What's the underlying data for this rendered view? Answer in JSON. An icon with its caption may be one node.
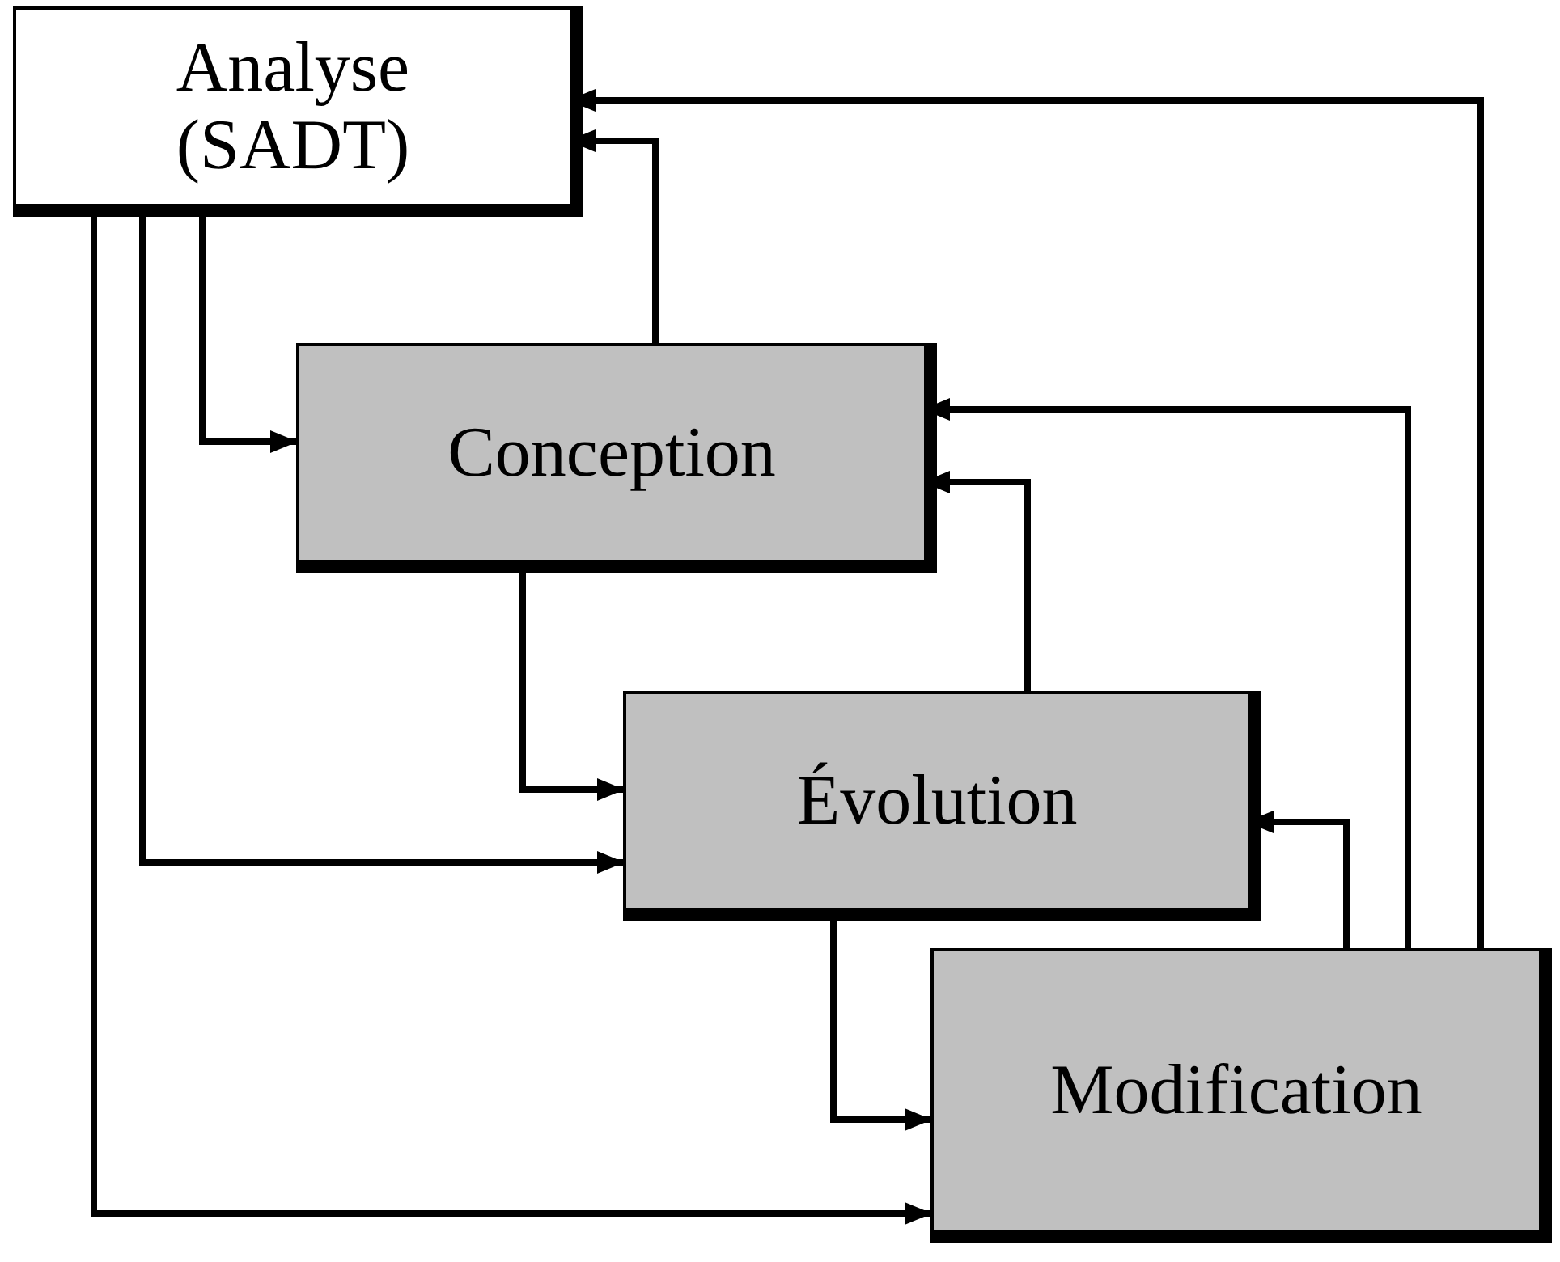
{
  "diagram": {
    "nodes": [
      {
        "text": [
          "Analyse (SADT)"
        ]
      },
      {
        "text": [
          "Conception"
        ]
      },
      {
        "text": [
          "Évolution"
        ]
      },
      {
        "text": [
          "Modification"
        ]
      }
    ],
    "edges": [
      {
        "from": 0,
        "to": 1,
        "arrow": "to"
      },
      {
        "from": 0,
        "to": 2,
        "arrow": "to"
      },
      {
        "from": 0,
        "to": 3,
        "arrow": "to"
      },
      {
        "from": 1,
        "to": 0,
        "arrow": "to"
      },
      {
        "from": 3,
        "to": 0,
        "arrow": "to"
      },
      {
        "from": 1,
        "to": 2,
        "arrow": "to"
      },
      {
        "from": 2,
        "to": 1,
        "arrow": "to"
      },
      {
        "from": 3,
        "to": 1,
        "arrow": "to"
      },
      {
        "from": 2,
        "to": 3,
        "arrow": "to"
      },
      {
        "from": 3,
        "to": 2,
        "arrow": "to"
      }
    ]
  }
}
